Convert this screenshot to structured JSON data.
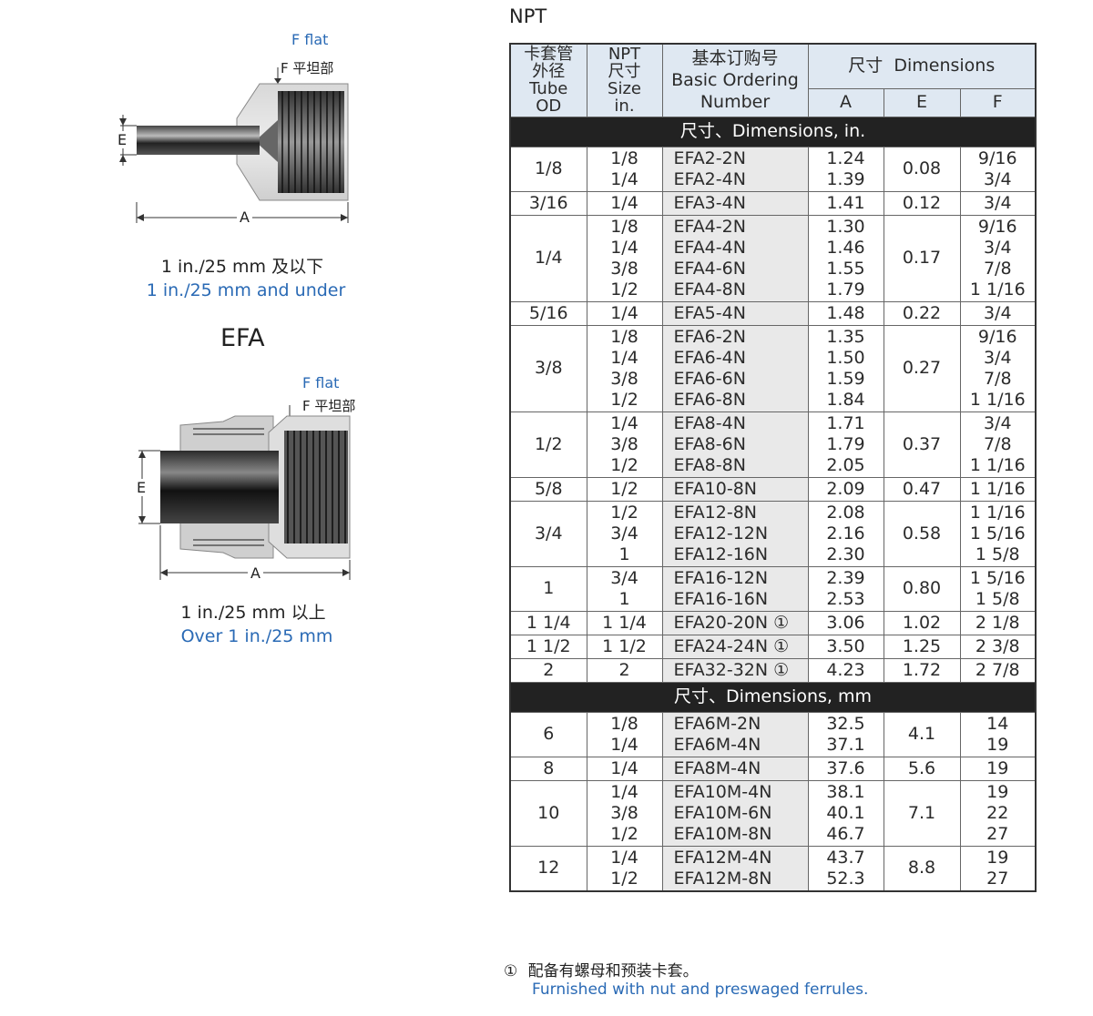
{
  "npt_label": "NPT",
  "top_diagram": {
    "f_flat_en": "F flat",
    "f_flat_cn": "F 平坦部",
    "e_label": "E",
    "a_label": "A",
    "caption_cn": "1 in./25 mm 及以下",
    "caption_en": "1 in./25 mm and under"
  },
  "efa_label": "EFA",
  "bottom_diagram": {
    "f_flat_en": "F flat",
    "f_flat_cn": "F 平坦部",
    "e_label": "E",
    "a_label": "A",
    "caption_cn": "1 in./25 mm 以上",
    "caption_en": "Over 1 in./25 mm"
  },
  "table": {
    "headers": {
      "tube_od": "卡套管\n外径\nTube\nOD",
      "npt_size": "NPT\n尺寸\nSize\nin.",
      "ordering": "基本订购号\nBasic Ordering\nNumber",
      "dimensions": "尺寸  Dimensions",
      "a": "A",
      "e": "E",
      "f": "F"
    },
    "section_in": "尺寸、Dimensions, in.",
    "section_mm": "尺寸、Dimensions, mm",
    "rows_in": [
      {
        "od": "1/8",
        "npt": "1/8\n1/4",
        "pn": "EFA2-2N\nEFA2-4N",
        "a": "1.24\n1.39",
        "e": "0.08",
        "f": "9/16\n3/4"
      },
      {
        "od": "3/16",
        "npt": "1/4",
        "pn": "EFA3-4N",
        "a": "1.41",
        "e": "0.12",
        "f": "3/4"
      },
      {
        "od": "1/4",
        "npt": "1/8\n1/4\n3/8\n1/2",
        "pn": "EFA4-2N\nEFA4-4N\nEFA4-6N\nEFA4-8N",
        "a": "1.30\n1.46\n1.55\n1.79",
        "e": "0.17",
        "f": "9/16\n3/4\n7/8\n1 1/16"
      },
      {
        "od": "5/16",
        "npt": "1/4",
        "pn": "EFA5-4N",
        "a": "1.48",
        "e": "0.22",
        "f": "3/4"
      },
      {
        "od": "3/8",
        "npt": "1/8\n1/4\n3/8\n1/2",
        "pn": "EFA6-2N\nEFA6-4N\nEFA6-6N\nEFA6-8N",
        "a": "1.35\n1.50\n1.59\n1.84",
        "e": "0.27",
        "f": "9/16\n3/4\n7/8\n1 1/16"
      },
      {
        "od": "1/2",
        "npt": "1/4\n3/8\n1/2",
        "pn": "EFA8-4N\nEFA8-6N\nEFA8-8N",
        "a": "1.71\n1.79\n2.05",
        "e": "0.37",
        "f": "3/4\n7/8\n1 1/16"
      },
      {
        "od": "5/8",
        "npt": "1/2",
        "pn": "EFA10-8N",
        "a": "2.09",
        "e": "0.47",
        "f": "1 1/16"
      },
      {
        "od": "3/4",
        "npt": "1/2\n3/4\n1",
        "pn": "EFA12-8N\nEFA12-12N\nEFA12-16N",
        "a": "2.08\n2.16\n2.30",
        "e": "0.58",
        "f": "1 1/16\n1 5/16\n1 5/8"
      },
      {
        "od": "1",
        "npt": "3/4\n1",
        "pn": "EFA16-12N\nEFA16-16N",
        "a": "2.39\n2.53",
        "e": "0.80",
        "f": "1 5/16\n1 5/8"
      },
      {
        "od": "1 1/4",
        "npt": "1 1/4",
        "pn": "EFA20-20N ①",
        "a": "3.06",
        "e": "1.02",
        "f": "2 1/8"
      },
      {
        "od": "1 1/2",
        "npt": "1 1/2",
        "pn": "EFA24-24N ①",
        "a": "3.50",
        "e": "1.25",
        "f": "2 3/8"
      },
      {
        "od": "2",
        "npt": "2",
        "pn": "EFA32-32N ①",
        "a": "4.23",
        "e": "1.72",
        "f": "2 7/8"
      }
    ],
    "rows_mm": [
      {
        "od": "6",
        "npt": "1/8\n1/4",
        "pn": "EFA6M-2N\nEFA6M-4N",
        "a": "32.5\n37.1",
        "e": "4.1",
        "f": "14\n19"
      },
      {
        "od": "8",
        "npt": "1/4",
        "pn": "EFA8M-4N",
        "a": "37.6",
        "e": "5.6",
        "f": "19"
      },
      {
        "od": "10",
        "npt": "1/4\n3/8\n1/2",
        "pn": "EFA10M-4N\nEFA10M-6N\nEFA10M-8N",
        "a": "38.1\n40.1\n46.7",
        "e": "7.1",
        "f": "19\n22\n27"
      },
      {
        "od": "12",
        "npt": "1/4\n1/2",
        "pn": "EFA12M-4N\nEFA12M-8N",
        "a": "43.7\n52.3",
        "e": "8.8",
        "f": "19\n27"
      }
    ]
  },
  "footnote": {
    "marker": "①",
    "cn": "配备有螺母和预装卡套。",
    "en": "Furnished with nut and preswaged ferrules."
  }
}
